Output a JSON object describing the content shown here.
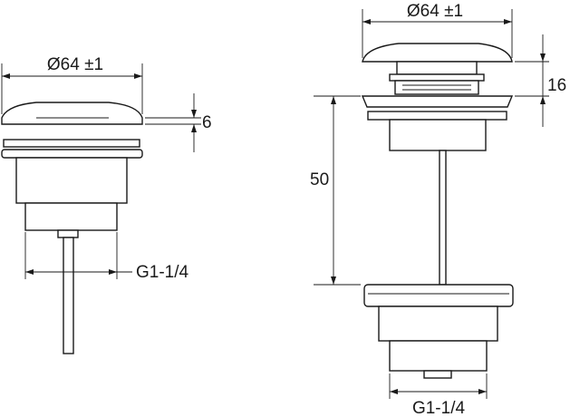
{
  "left_view": {
    "diameter_label": "Ø64 ±1",
    "height_label": "6",
    "thread_label": "G1-1/4"
  },
  "right_view": {
    "diameter_label": "Ø64 ±1",
    "lift_label": "16",
    "depth_label": "50",
    "thread_label": "G1-1/4"
  }
}
